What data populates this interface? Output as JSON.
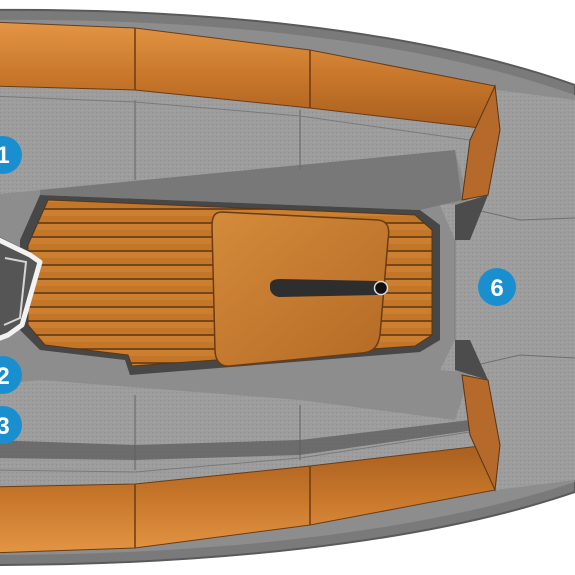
{
  "diagram": {
    "markers": [
      {
        "id": "1",
        "label": "1"
      },
      {
        "id": "2",
        "label": "2"
      },
      {
        "id": "3",
        "label": "3"
      },
      {
        "id": "6",
        "label": "6"
      }
    ],
    "colors": {
      "hull_outline": "#6f6f6f",
      "hull_shadow": "#3f3f3f",
      "cushion": "#9c9c9c",
      "cushion_dark": "#8a8a8a",
      "teak": "#c2762a",
      "teak_light": "#d88d3a",
      "teak_line": "#5a3514",
      "marker": "#1a8fd0",
      "tiller": "#2e2e2e"
    }
  }
}
